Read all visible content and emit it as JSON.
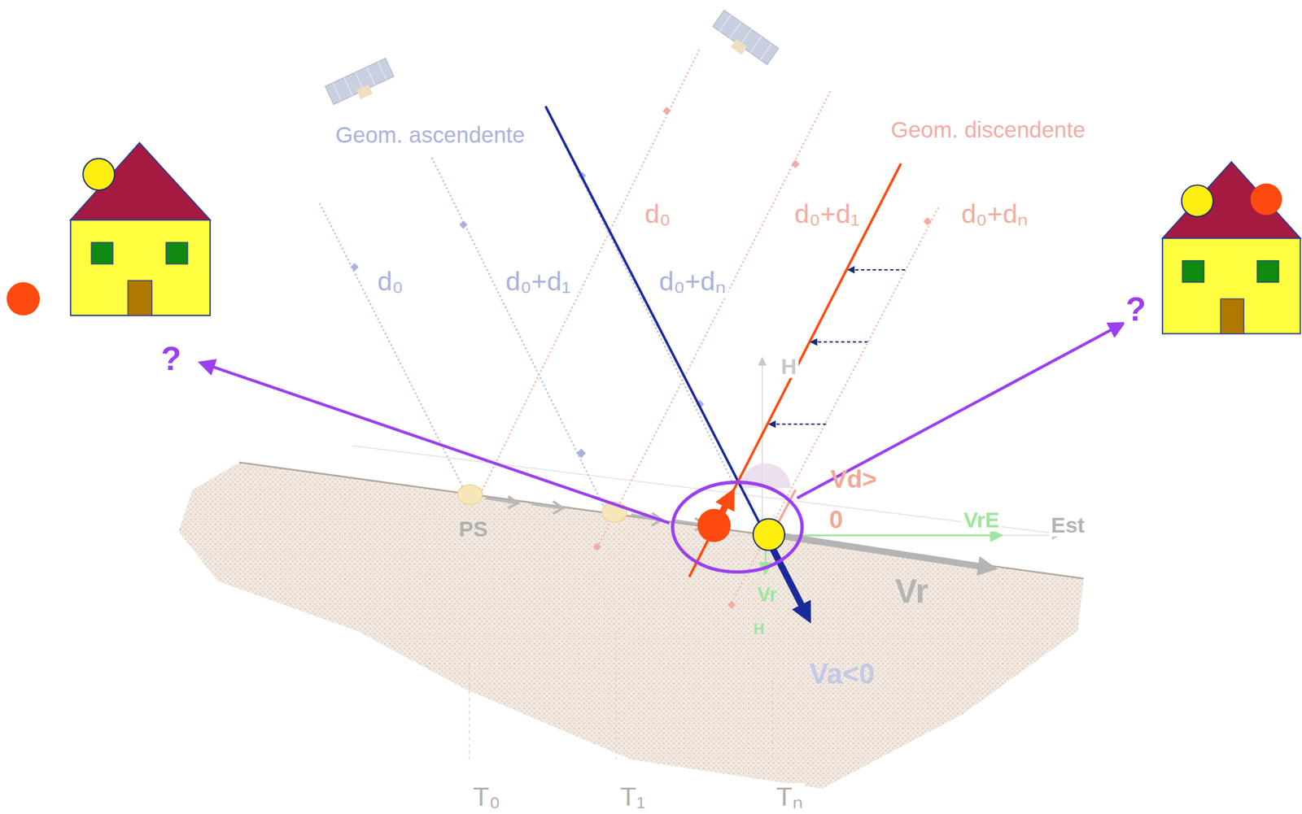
{
  "diagram": {
    "labels": [
      "Geom. ascendente",
      "Geom. discendente",
      "d₀",
      "d₀+d₁",
      "d₀+dₙ",
      "d₀",
      "d₀+d₁",
      "d₀+dₙ",
      "H",
      "Vd>",
      "0",
      "VrE",
      "Est",
      "Vr",
      "Vr",
      "H",
      "Va<0",
      "PS",
      "T₀",
      "T₁",
      "Tₙ",
      "?",
      "?"
    ]
  }
}
